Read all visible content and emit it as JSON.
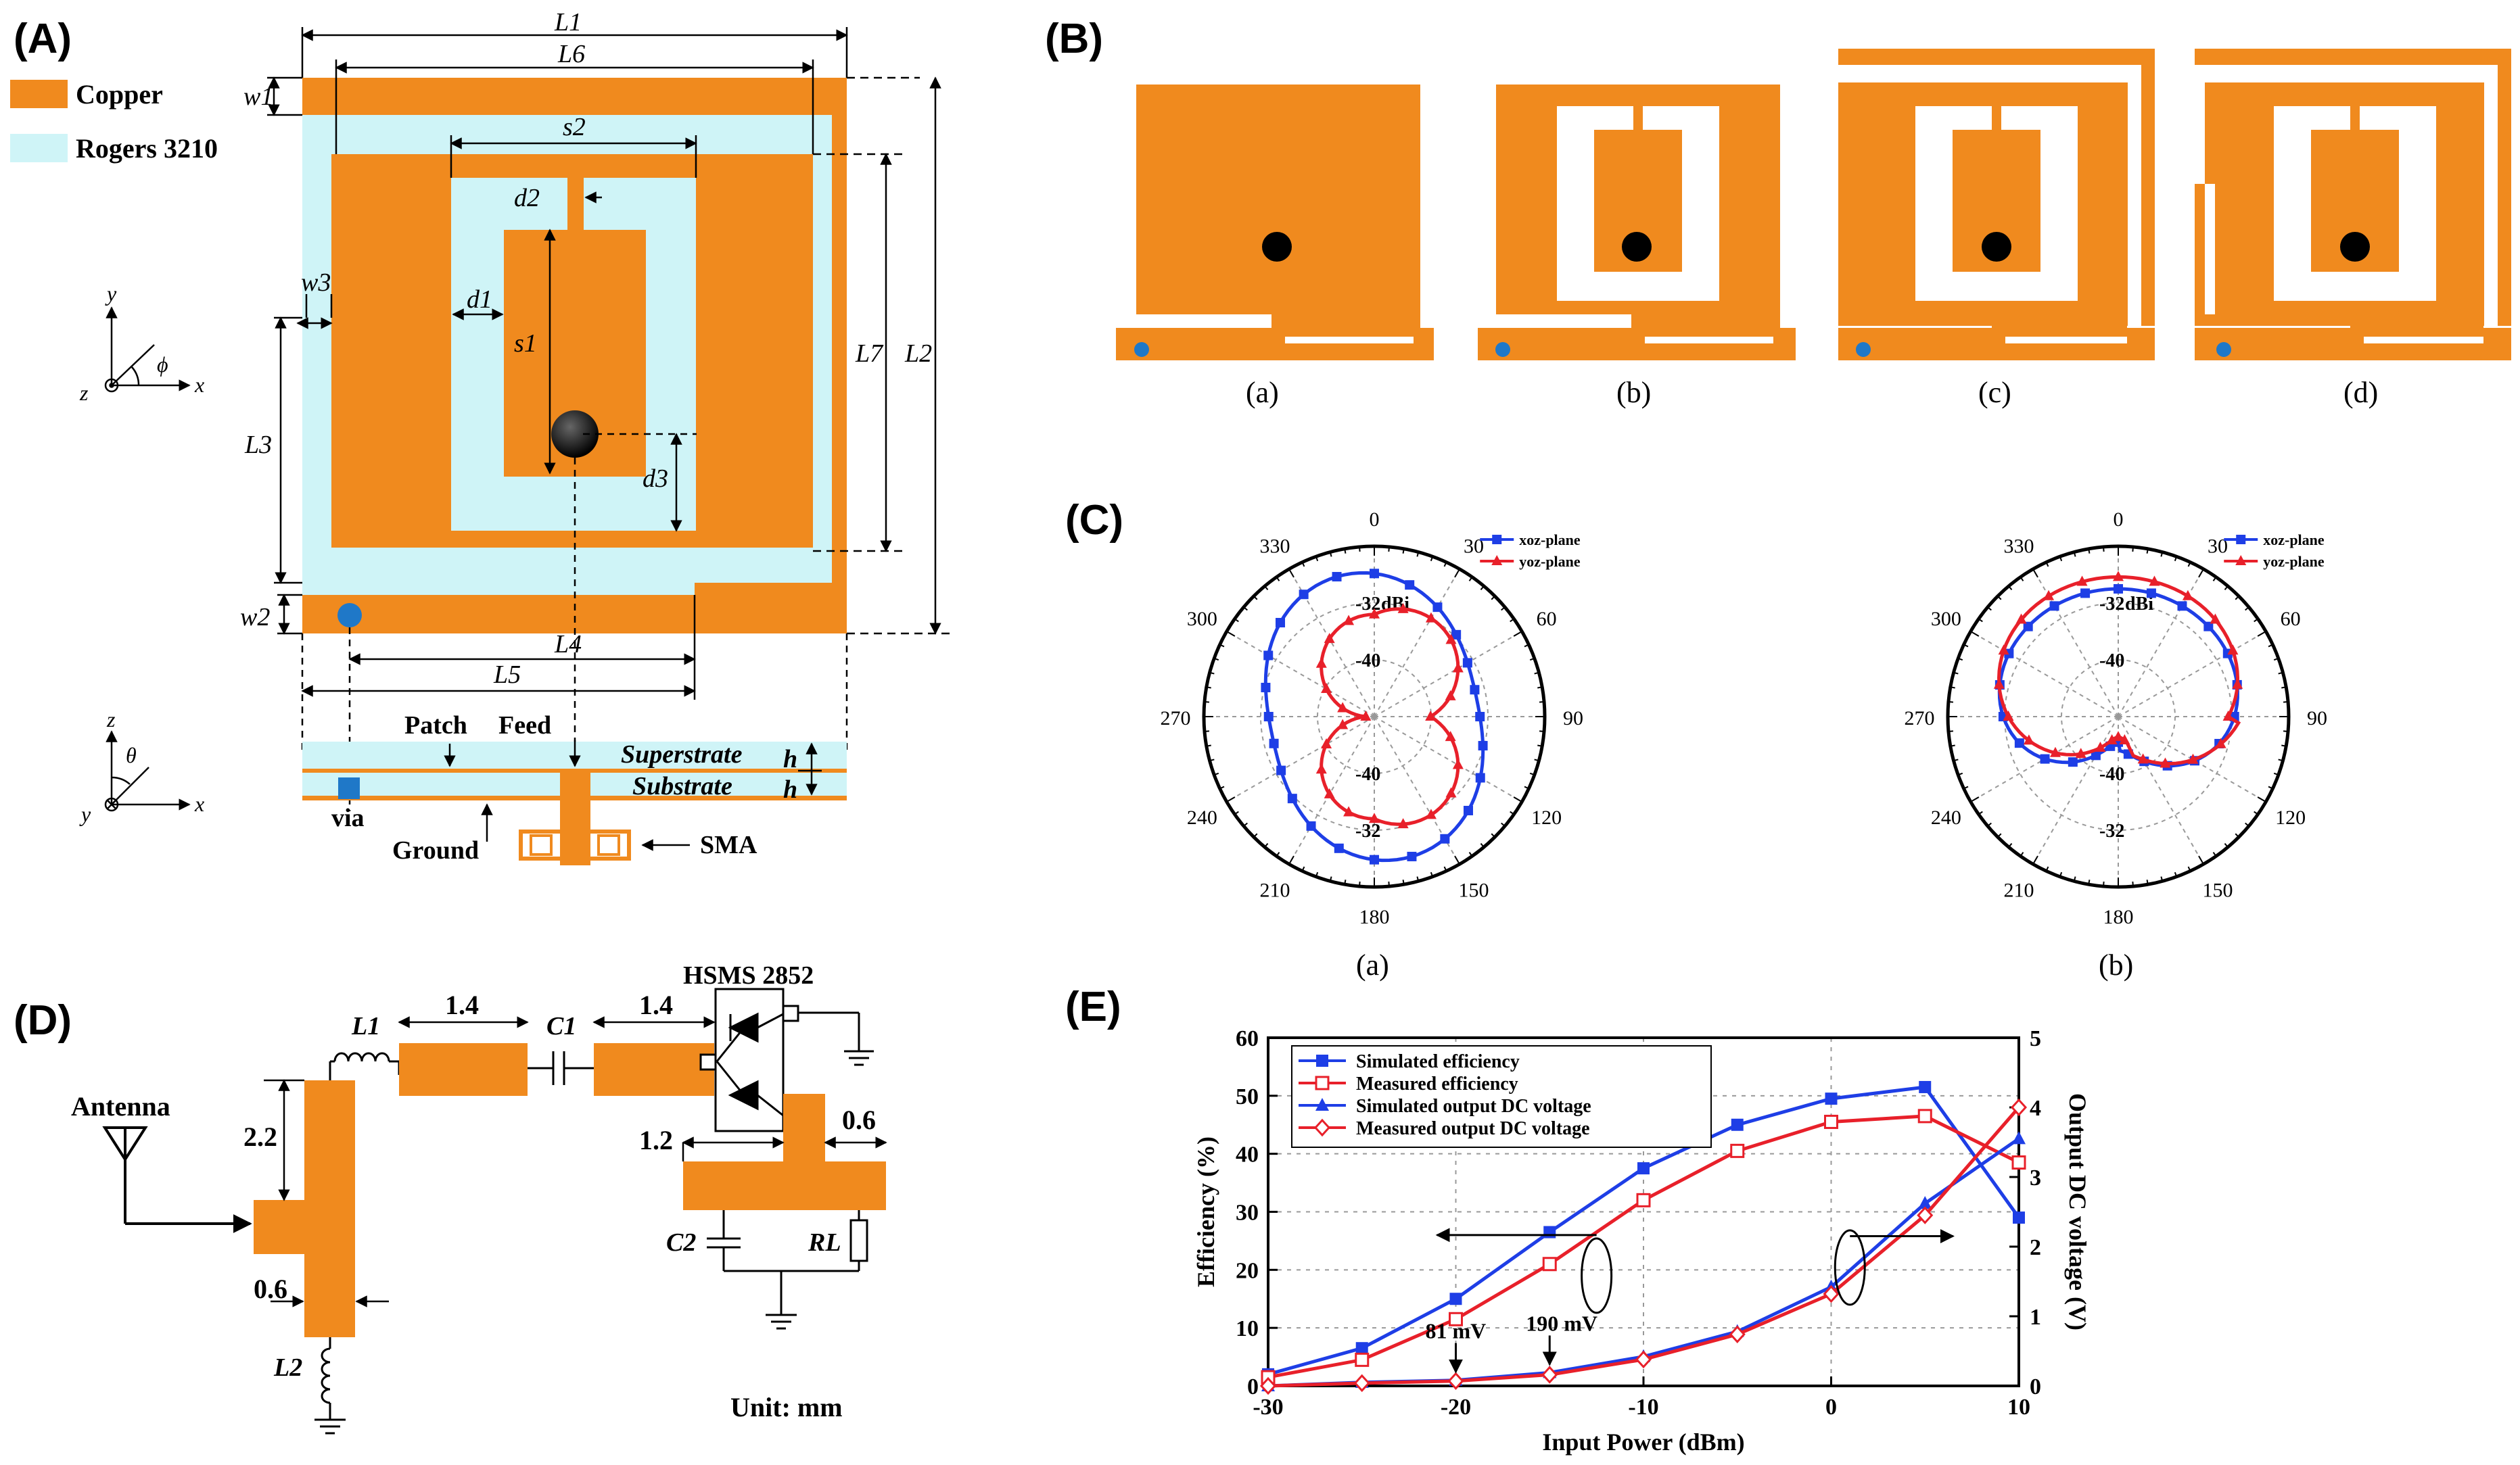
{
  "panels": {
    "A": "(A)",
    "B": "(B)",
    "C": "(C)",
    "D": "(D)",
    "E": "(E)"
  },
  "colors": {
    "copper": "#F08A1E",
    "rogers": "#CFF4F7",
    "blue": "#1E3EE6",
    "red": "#E8202A",
    "via": "#1F78C8"
  },
  "panelA": {
    "legend": [
      "Copper",
      "Rogers 3210"
    ],
    "dims": {
      "L1": "L1",
      "L6": "L6",
      "w1": "w1",
      "s2": "s2",
      "d2": "d2",
      "w3": "w3",
      "d1": "d1",
      "s1": "s1",
      "L7": "L7",
      "L2": "L2",
      "L3": "L3",
      "d3": "d3",
      "w2": "w2",
      "L4": "L4",
      "L5": "L5"
    },
    "axes_top": {
      "y": "y",
      "x": "x",
      "z": "z",
      "phi": "ϕ"
    },
    "axes_bottom": {
      "z": "z",
      "x": "x",
      "y": "y",
      "theta": "θ"
    },
    "cross_section": {
      "patch": "Patch",
      "feed": "Feed",
      "superstrate": "Superstrate",
      "substrate": "Substrate",
      "h1": "h",
      "h2": "h",
      "via": "via",
      "ground": "Ground",
      "sma": "SMA"
    }
  },
  "panelB": {
    "captions": [
      "(a)",
      "(b)",
      "(c)",
      "(d)"
    ]
  },
  "panelC": {
    "captions": [
      "(a)",
      "(b)"
    ],
    "angle_labels": [
      "0",
      "30",
      "60",
      "90",
      "120",
      "150",
      "180",
      "210",
      "240",
      "270",
      "300",
      "330"
    ],
    "radial_labels": [
      "-32",
      "-40",
      "-40",
      "-32"
    ],
    "unit": "dBi",
    "legend": [
      "xoz-plane",
      "yoz-plane"
    ]
  },
  "panelD": {
    "antenna": "Antenna",
    "diode": "HSMS 2852",
    "L1": "L1",
    "L2": "L2",
    "C1": "C1",
    "C2": "C2",
    "RL": "RL",
    "dims": [
      "1.4",
      "1.4",
      "2.2",
      "1.2",
      "0.6",
      "0.6"
    ],
    "unit": "Unit: mm"
  },
  "chart_data": {
    "type": "line",
    "xlabel": "Input Power (dBm)",
    "ylabel_left": "Efficiency (%)",
    "ylabel_right": "Output DC voltage (V)",
    "xlim": [
      -30,
      10
    ],
    "ylim_left": [
      0,
      60
    ],
    "ylim_right": [
      0,
      5
    ],
    "x_ticks": [
      "-30",
      "-20",
      "-10",
      "0",
      "10"
    ],
    "y_ticks_left": [
      "0",
      "10",
      "20",
      "30",
      "40",
      "50",
      "60"
    ],
    "y_ticks_right": [
      "0",
      "1",
      "2",
      "3",
      "4",
      "5"
    ],
    "grid": "dotted horizontal",
    "legend_position": "top-left",
    "annotations": [
      "81 mV",
      "190 mV"
    ],
    "series": [
      {
        "name": "Simulated efficiency",
        "axis": "left",
        "color": "#1E3EE6",
        "marker": "filled-square",
        "x": [
          -30,
          -25,
          -20,
          -15,
          -10,
          -5,
          0,
          5,
          10
        ],
        "y": [
          2,
          6.5,
          15,
          26.5,
          37.5,
          45,
          49.5,
          51.5,
          29
        ]
      },
      {
        "name": "Measured efficiency",
        "axis": "left",
        "color": "#E8202A",
        "marker": "open-square",
        "x": [
          -30,
          -25,
          -20,
          -15,
          -10,
          -5,
          0,
          5,
          10
        ],
        "y": [
          1.5,
          4.5,
          11.5,
          21,
          32,
          40.5,
          45.5,
          46.5,
          38.5
        ]
      },
      {
        "name": "Simulated output DC voltage",
        "axis": "right",
        "color": "#1E3EE6",
        "marker": "filled-triangle",
        "x": [
          -30,
          -25,
          -20,
          -15,
          -10,
          -5,
          0,
          5,
          10
        ],
        "y": [
          0.0,
          0.05,
          0.081,
          0.19,
          0.42,
          0.78,
          1.42,
          2.62,
          3.55
        ]
      },
      {
        "name": "Measured output DC voltage",
        "axis": "right",
        "color": "#E8202A",
        "marker": "open-diamond",
        "x": [
          -30,
          -25,
          -20,
          -15,
          -10,
          -5,
          0,
          5,
          10
        ],
        "y": [
          0.0,
          0.04,
          0.07,
          0.16,
          0.38,
          0.74,
          1.32,
          2.45,
          4.0
        ]
      }
    ]
  }
}
